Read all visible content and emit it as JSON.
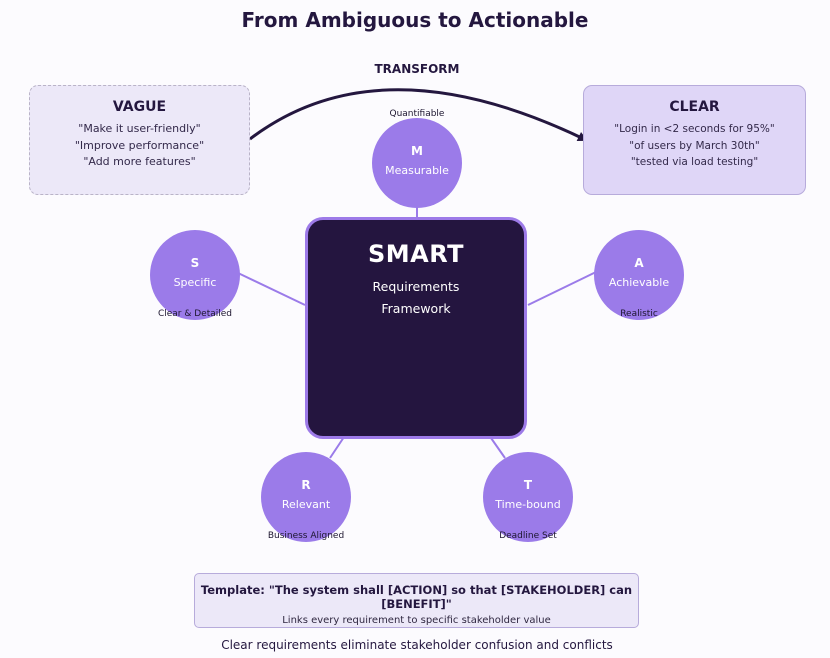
{
  "title": "From Ambiguous to Actionable",
  "transform_label": "TRANSFORM",
  "vague": {
    "heading": "VAGUE",
    "lines": [
      "\"Make it user-friendly\"",
      "\"Improve performance\"",
      "\"Add more features\""
    ]
  },
  "clear": {
    "heading": "CLEAR",
    "lines": [
      "\"Login in <2 seconds for 95%\"",
      "\"of users by March 30th\"",
      "\"tested via load testing\""
    ]
  },
  "center": {
    "title": "SMART",
    "subtitle_line1": "Requirements",
    "subtitle_line2": "Framework"
  },
  "nodes": {
    "m": {
      "letter": "M",
      "name": "Measurable",
      "note": "Quantifiable"
    },
    "s": {
      "letter": "S",
      "name": "Specific",
      "note": "Clear & Detailed"
    },
    "a": {
      "letter": "A",
      "name": "Achievable",
      "note": "Realistic"
    },
    "r": {
      "letter": "R",
      "name": "Relevant",
      "note": "Business Aligned"
    },
    "t": {
      "letter": "T",
      "name": "Time-bound",
      "note": "Deadline Set"
    }
  },
  "template": {
    "main": "Template: \"The system shall [ACTION] so that [STAKEHOLDER] can [BENEFIT]\"",
    "sub": "Links every requirement to specific stakeholder value"
  },
  "footer": "Clear requirements eliminate stakeholder confusion and conflicts",
  "colors": {
    "dark": "#24153f",
    "accent": "#9b7be9",
    "vague_bg": "#ece8f8",
    "clear_bg": "#dfd6f7"
  }
}
